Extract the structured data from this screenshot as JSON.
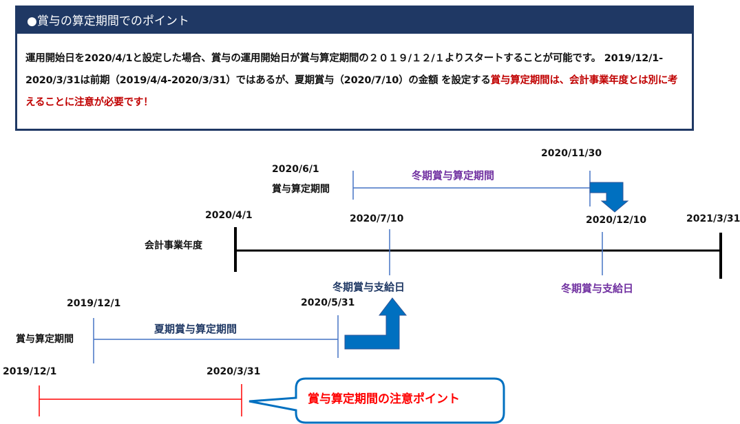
{
  "header": {
    "title": "●賞与の算定期間でのポイント",
    "body_black": "運用開始日を2020/4/1と設定した場合、賞与の運用開始日が賞与算定期間の２０１９/１２/１よりスタートすることが可能です。 2019/12/1-2020/3/31は前期（2019/4/4-2020/3/31）ではあるが、夏期賞与（2020/7/10）の金額 を設定する",
    "body_red": "賞与算定期間は、会計事業年度とは別に考えることに注意が必要です！"
  },
  "top_period": {
    "start_date": "2020/6/1",
    "row_label": "賞与算定期間",
    "period_label": "冬期賞与算定期間",
    "end_date": "2020/11/30"
  },
  "fiscal_year": {
    "row_label": "会計事業年度",
    "start_date": "2020/4/1",
    "end_date": "2021/3/31"
  },
  "payments": [
    {
      "date": "2020/7/10",
      "label": "冬期賞与支給日"
    },
    {
      "date": "2020/12/10",
      "label": "冬期賞与支給日"
    }
  ],
  "bottom_period": {
    "start_date": "2019/12/1",
    "row_label": "賞与算定期間",
    "period_label": "夏期賞与算定期間",
    "end_date": "2020/5/31"
  },
  "red_period": {
    "start_date": "2019/12/1",
    "end_date": "2020/3/31"
  },
  "callout": {
    "text": "賞与算定期間の注意ポイント"
  },
  "colors": {
    "navy": "#1f3864",
    "blue": "#4472c4",
    "arrow": "#0070c0",
    "red": "#ff0000",
    "purple": "#7030a0"
  }
}
